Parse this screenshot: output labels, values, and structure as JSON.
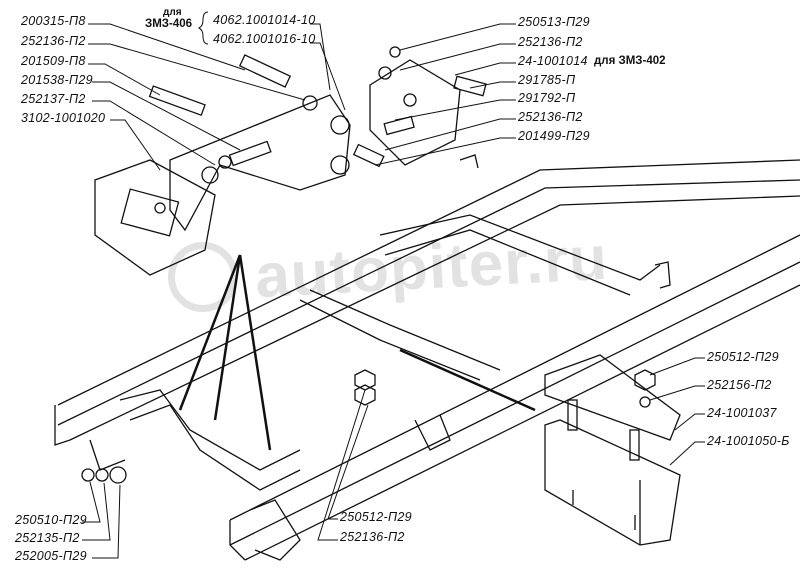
{
  "title_note": {
    "for": "для",
    "engine": "ЗМЗ-406"
  },
  "zmz406_parts": [
    "4062.1001014-10",
    "4062.1001016-10"
  ],
  "left_labels": [
    "200315-П8",
    "252136-П2",
    "201509-П8",
    "201538-П29",
    "252137-П2",
    "3102-1001020"
  ],
  "right_labels": [
    "250513-П29",
    "252136-П2",
    "24-1001014",
    "291785-П",
    "291792-П",
    "252136-П2",
    "201499-П29"
  ],
  "zmz402_note": "для ЗМЗ-402",
  "lower_right_labels": [
    "250512-П29",
    "252156-П2",
    "24-1001037",
    "24-1001050-Б"
  ],
  "bottom_left_labels": [
    "250510-П29",
    "252135-П2",
    "252005-П29"
  ],
  "bottom_mid_labels": [
    "250512-П29",
    "252136-П2"
  ],
  "watermark": "autopiter.ru"
}
